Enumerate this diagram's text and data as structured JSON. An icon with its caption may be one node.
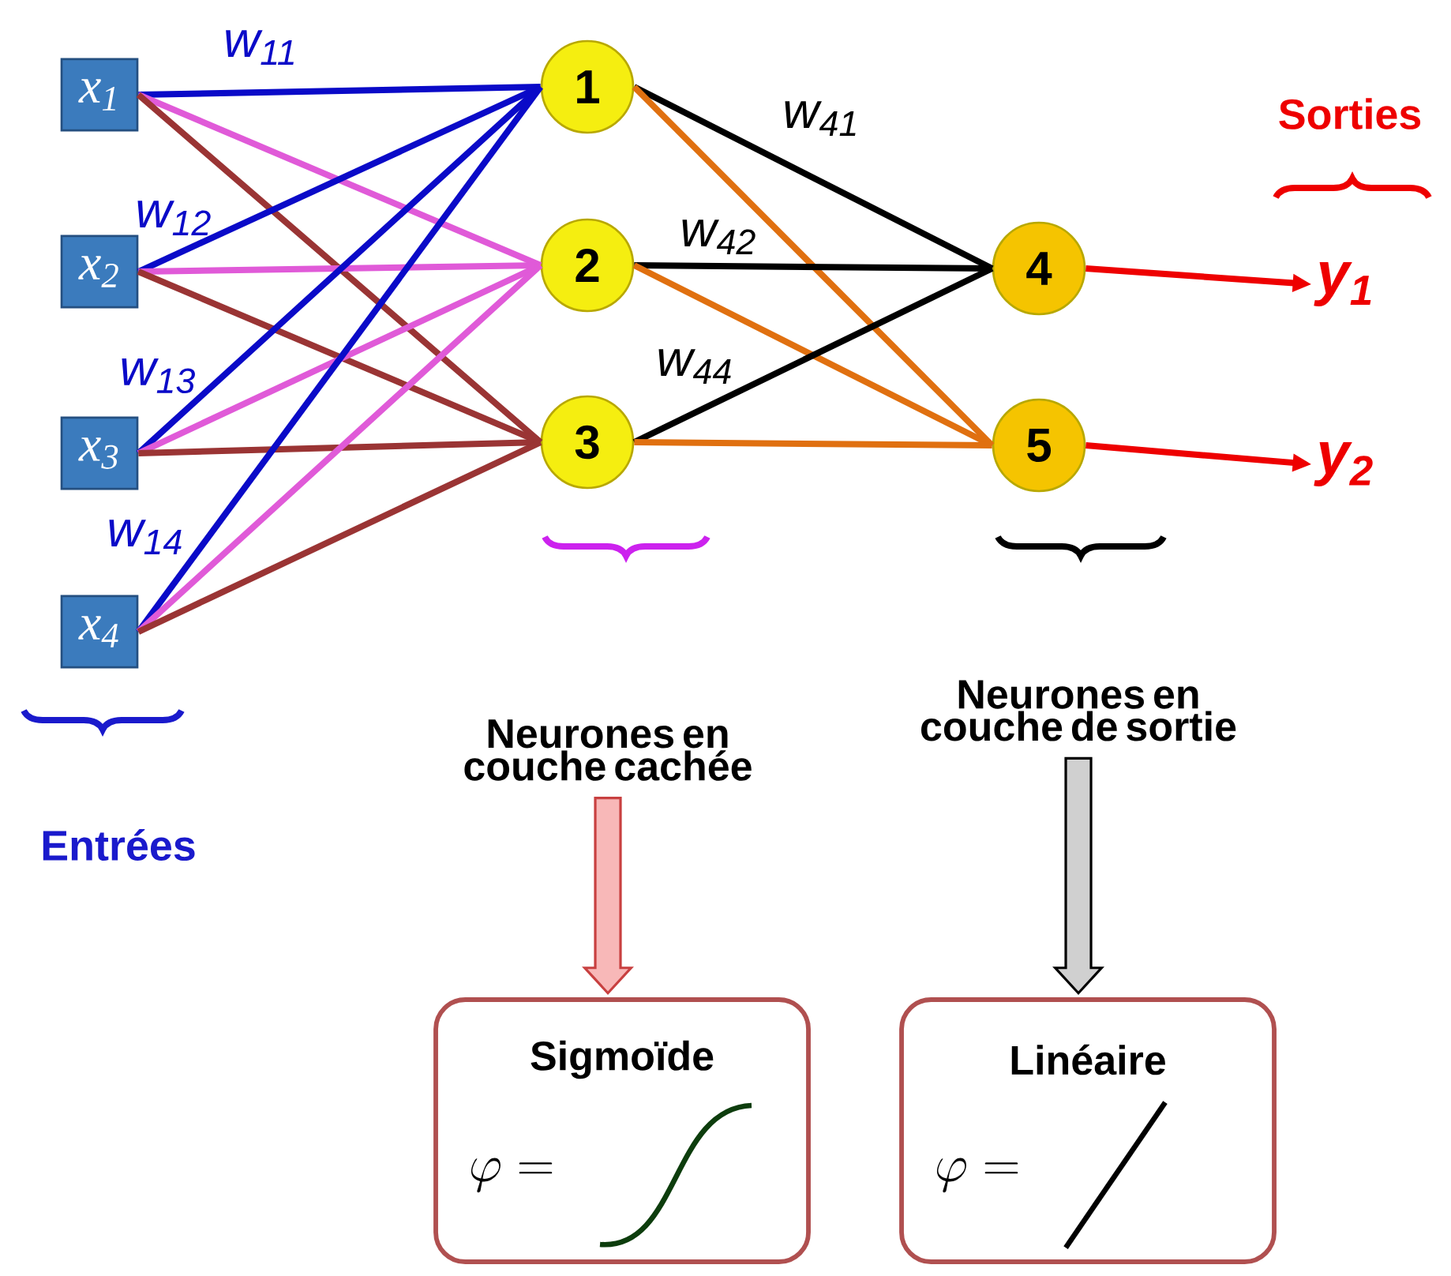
{
  "diagram": {
    "nodes": [
      {
        "text": [
          "x$_{1}$"
        ]
      },
      {
        "text": [
          "x$_{2}$"
        ]
      },
      {
        "text": [
          "x$_{3}$"
        ]
      },
      {
        "text": [
          "x$_{4}$"
        ]
      },
      {
        "text": [
          "1"
        ]
      },
      {
        "text": [
          "2"
        ]
      },
      {
        "text": [
          "3"
        ]
      },
      {
        "text": [
          "4"
        ]
      },
      {
        "text": [
          "5"
        ]
      },
      {
        "text": [
          "y$_{1}$"
        ]
      },
      {
        "text": [
          "y$_{2}$"
        ]
      },
      {
        "text": [
          "Neurones en couche cachée"
        ]
      },
      {
        "text": [
          "Neurones en couche de sortie"
        ]
      },
      {
        "text": [
          "Sigmoïde",
          "\\varphi ="
        ]
      },
      {
        "text": [
          "Linéaire",
          "\\varphi ="
        ]
      }
    ],
    "edges": [
      {
        "from": 0,
        "to": 4,
        "arrow": "none",
        "color": "#0a0ac8",
        "label": "w$_{11}$"
      },
      {
        "from": 0,
        "to": 5,
        "arrow": "none",
        "color": "#e05ad8"
      },
      {
        "from": 0,
        "to": 6,
        "arrow": "none",
        "color": "#9a3434"
      },
      {
        "from": 1,
        "to": 4,
        "arrow": "none",
        "color": "#0a0ac8",
        "label": "w$_{12}$"
      },
      {
        "from": 1,
        "to": 5,
        "arrow": "none",
        "color": "#e05ad8"
      },
      {
        "from": 1,
        "to": 6,
        "arrow": "none",
        "color": "#9a3434"
      },
      {
        "from": 2,
        "to": 4,
        "arrow": "none",
        "color": "#0a0ac8",
        "label": "w$_{13}$"
      },
      {
        "from": 2,
        "to": 5,
        "arrow": "none",
        "color": "#e05ad8"
      },
      {
        "from": 2,
        "to": 6,
        "arrow": "none",
        "color": "#9a3434"
      },
      {
        "from": 3,
        "to": 4,
        "arrow": "none",
        "color": "#0a0ac8",
        "label": "w$_{14}$"
      },
      {
        "from": 3,
        "to": 5,
        "arrow": "none",
        "color": "#e05ad8"
      },
      {
        "from": 3,
        "to": 6,
        "arrow": "none",
        "color": "#9a3434"
      },
      {
        "from": 4,
        "to": 7,
        "arrow": "none",
        "color": "#000000",
        "label": "w$_{41}$"
      },
      {
        "from": 4,
        "to": 8,
        "arrow": "none",
        "color": "#e07010"
      },
      {
        "from": 5,
        "to": 7,
        "arrow": "none",
        "color": "#000000",
        "label": "w$_{42}$"
      },
      {
        "from": 5,
        "to": 8,
        "arrow": "none",
        "color": "#e07010"
      },
      {
        "from": 6,
        "to": 7,
        "arrow": "none",
        "color": "#000000",
        "label": "w$_{44}$"
      },
      {
        "from": 6,
        "to": 8,
        "arrow": "none",
        "color": "#e07010"
      },
      {
        "from": 7,
        "to": 9,
        "arrow": "to",
        "color": "#ee0000"
      },
      {
        "from": 8,
        "to": 10,
        "arrow": "to",
        "color": "#ee0000"
      },
      {
        "from": 11,
        "to": 13,
        "arrow": "to",
        "color": "#c84040"
      },
      {
        "from": 12,
        "to": 14,
        "arrow": "to",
        "color": "#000000"
      }
    ],
    "labels": [
      "Entrées",
      "Sorties"
    ]
  }
}
